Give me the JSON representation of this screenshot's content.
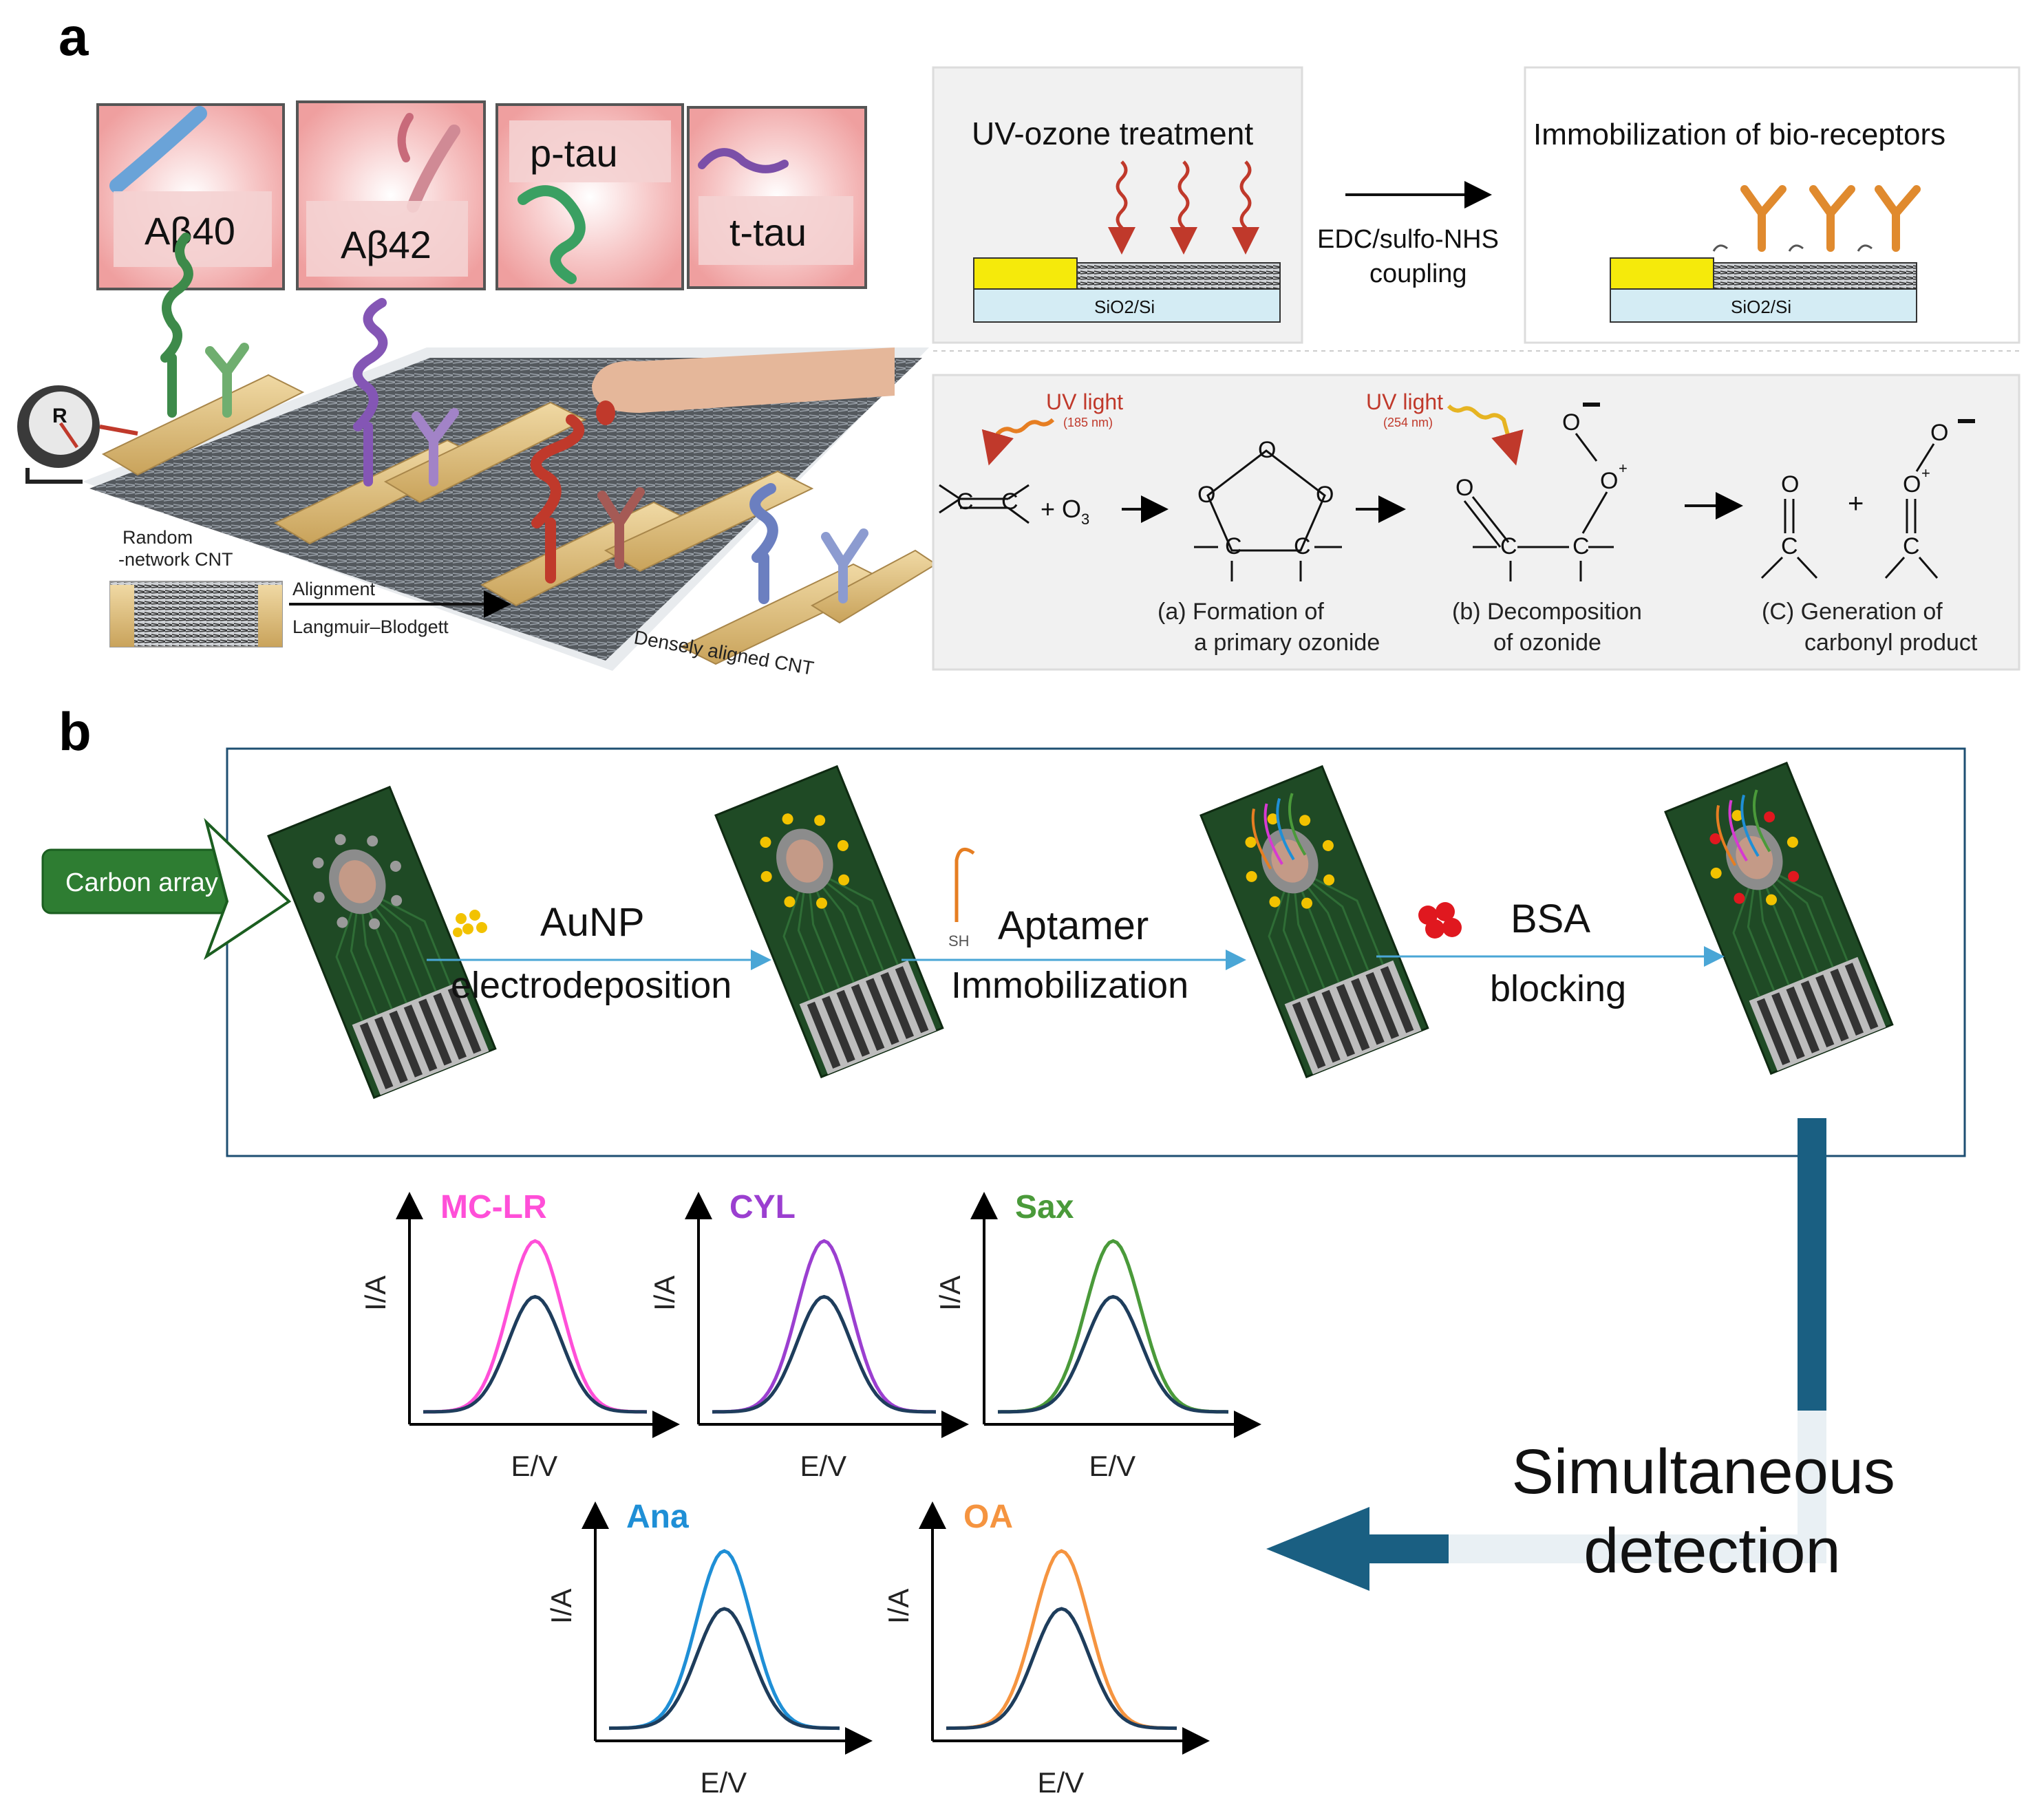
{
  "panel_a": {
    "label": "a",
    "biomarkers": [
      "Aβ40",
      "Aβ42",
      "p-tau",
      "t-tau"
    ],
    "device": {
      "resistor_symbol": "R",
      "inset_label": "Random\n-network CNT",
      "arrow_top": "Alignment",
      "arrow_bottom": "Langmuir–Blodgett",
      "aligned_label": "Densely aligned CNT"
    },
    "process": {
      "step1_title": "UV-ozone treatment",
      "arrow_top": "EDC/sulfo-NHS",
      "arrow_bottom": "coupling",
      "step2_title": "Immobilization of bio-receptors",
      "substrate_label": "SiO2/Si"
    },
    "ozonolysis": {
      "uv1": "UV light",
      "uv1_wl": "(185 nm)",
      "uv2": "UV light",
      "uv2_wl": "(254 nm)",
      "reactant_plus": "+ O",
      "reactant_sub": "3",
      "cap_a": [
        "(a) Formation of",
        "a primary ozonide"
      ],
      "cap_b": [
        "(b) Decomposition",
        "of ozonide"
      ],
      "cap_c": [
        "(C) Generation of",
        "carbonyl product"
      ]
    }
  },
  "panel_b": {
    "label": "b",
    "start_tag": "Carbon array",
    "steps": [
      {
        "top": "AuNP",
        "bottom": "electrodeposition"
      },
      {
        "top": "Aptamer",
        "bottom": "Immobilization",
        "icon_text": "SH"
      },
      {
        "top": "BSA",
        "bottom": "blocking"
      }
    ],
    "detection_label": [
      "Simultaneous",
      "detection"
    ],
    "colors": {
      "MC-LR": "#ff4fd8",
      "CYL": "#9b3fd0",
      "Sax": "#4a9a3a",
      "Ana": "#1f8fd6",
      "OA": "#f59440",
      "baseline": "#1e3d5c",
      "arrow": "#1a5f82",
      "tag": "#2e7d32"
    }
  },
  "chart_data": [
    {
      "type": "line",
      "title": "MC-LR",
      "xlabel": "E/V",
      "ylabel": "I/A",
      "series": [
        {
          "name": "MC-LR",
          "values": [
            0.05,
            0.2,
            0.95,
            0.2,
            0.05
          ]
        },
        {
          "values": [
            0.05,
            0.15,
            0.65,
            0.15,
            0.05
          ]
        }
      ]
    },
    {
      "type": "line",
      "title": "CYL",
      "xlabel": "E/V",
      "ylabel": "I/A",
      "series": [
        {
          "name": "CYL",
          "values": [
            0.05,
            0.2,
            0.95,
            0.2,
            0.05
          ]
        },
        {
          "values": [
            0.05,
            0.15,
            0.65,
            0.15,
            0.05
          ]
        }
      ]
    },
    {
      "type": "line",
      "title": "Sax",
      "xlabel": "E/V",
      "ylabel": "I/A",
      "series": [
        {
          "name": "Sax",
          "values": [
            0.05,
            0.2,
            0.95,
            0.2,
            0.05
          ]
        },
        {
          "values": [
            0.05,
            0.15,
            0.65,
            0.15,
            0.05
          ]
        }
      ]
    },
    {
      "type": "line",
      "title": "Ana",
      "xlabel": "E/V",
      "ylabel": "I/A",
      "series": [
        {
          "name": "Ana",
          "values": [
            0.05,
            0.2,
            0.95,
            0.2,
            0.05
          ]
        },
        {
          "values": [
            0.05,
            0.15,
            0.65,
            0.15,
            0.05
          ]
        }
      ]
    },
    {
      "type": "line",
      "title": "OA",
      "xlabel": "E/V",
      "ylabel": "I/A",
      "series": [
        {
          "name": "OA",
          "values": [
            0.05,
            0.2,
            0.95,
            0.2,
            0.05
          ]
        },
        {
          "values": [
            0.05,
            0.15,
            0.65,
            0.15,
            0.05
          ]
        }
      ]
    }
  ]
}
